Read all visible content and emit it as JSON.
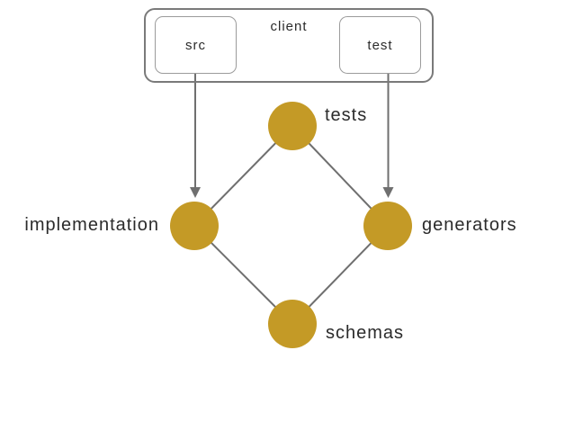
{
  "diagram": {
    "background": "#ffffff",
    "container": {
      "label": "client",
      "boxes": [
        {
          "id": "src",
          "label": "src"
        },
        {
          "id": "test",
          "label": "test"
        }
      ]
    },
    "nodes": [
      {
        "id": "tests",
        "label": "tests"
      },
      {
        "id": "implementation",
        "label": "implementation"
      },
      {
        "id": "generators",
        "label": "generators"
      },
      {
        "id": "schemas",
        "label": "schemas"
      }
    ],
    "edges": [
      {
        "from": "client.src",
        "to": "implementation",
        "style": "arrow"
      },
      {
        "from": "client.test",
        "to": "generators",
        "style": "arrow"
      },
      {
        "from": "tests",
        "to": "implementation",
        "style": "line"
      },
      {
        "from": "tests",
        "to": "generators",
        "style": "line"
      },
      {
        "from": "implementation",
        "to": "schemas",
        "style": "line"
      },
      {
        "from": "generators",
        "to": "schemas",
        "style": "line"
      }
    ],
    "colors": {
      "node_fill": "#c49a26",
      "edge_stroke": "#6f6f6f",
      "container_border": "#7a7a7a",
      "box_border": "#9b9b9b",
      "text": "#2b2b2b"
    }
  }
}
